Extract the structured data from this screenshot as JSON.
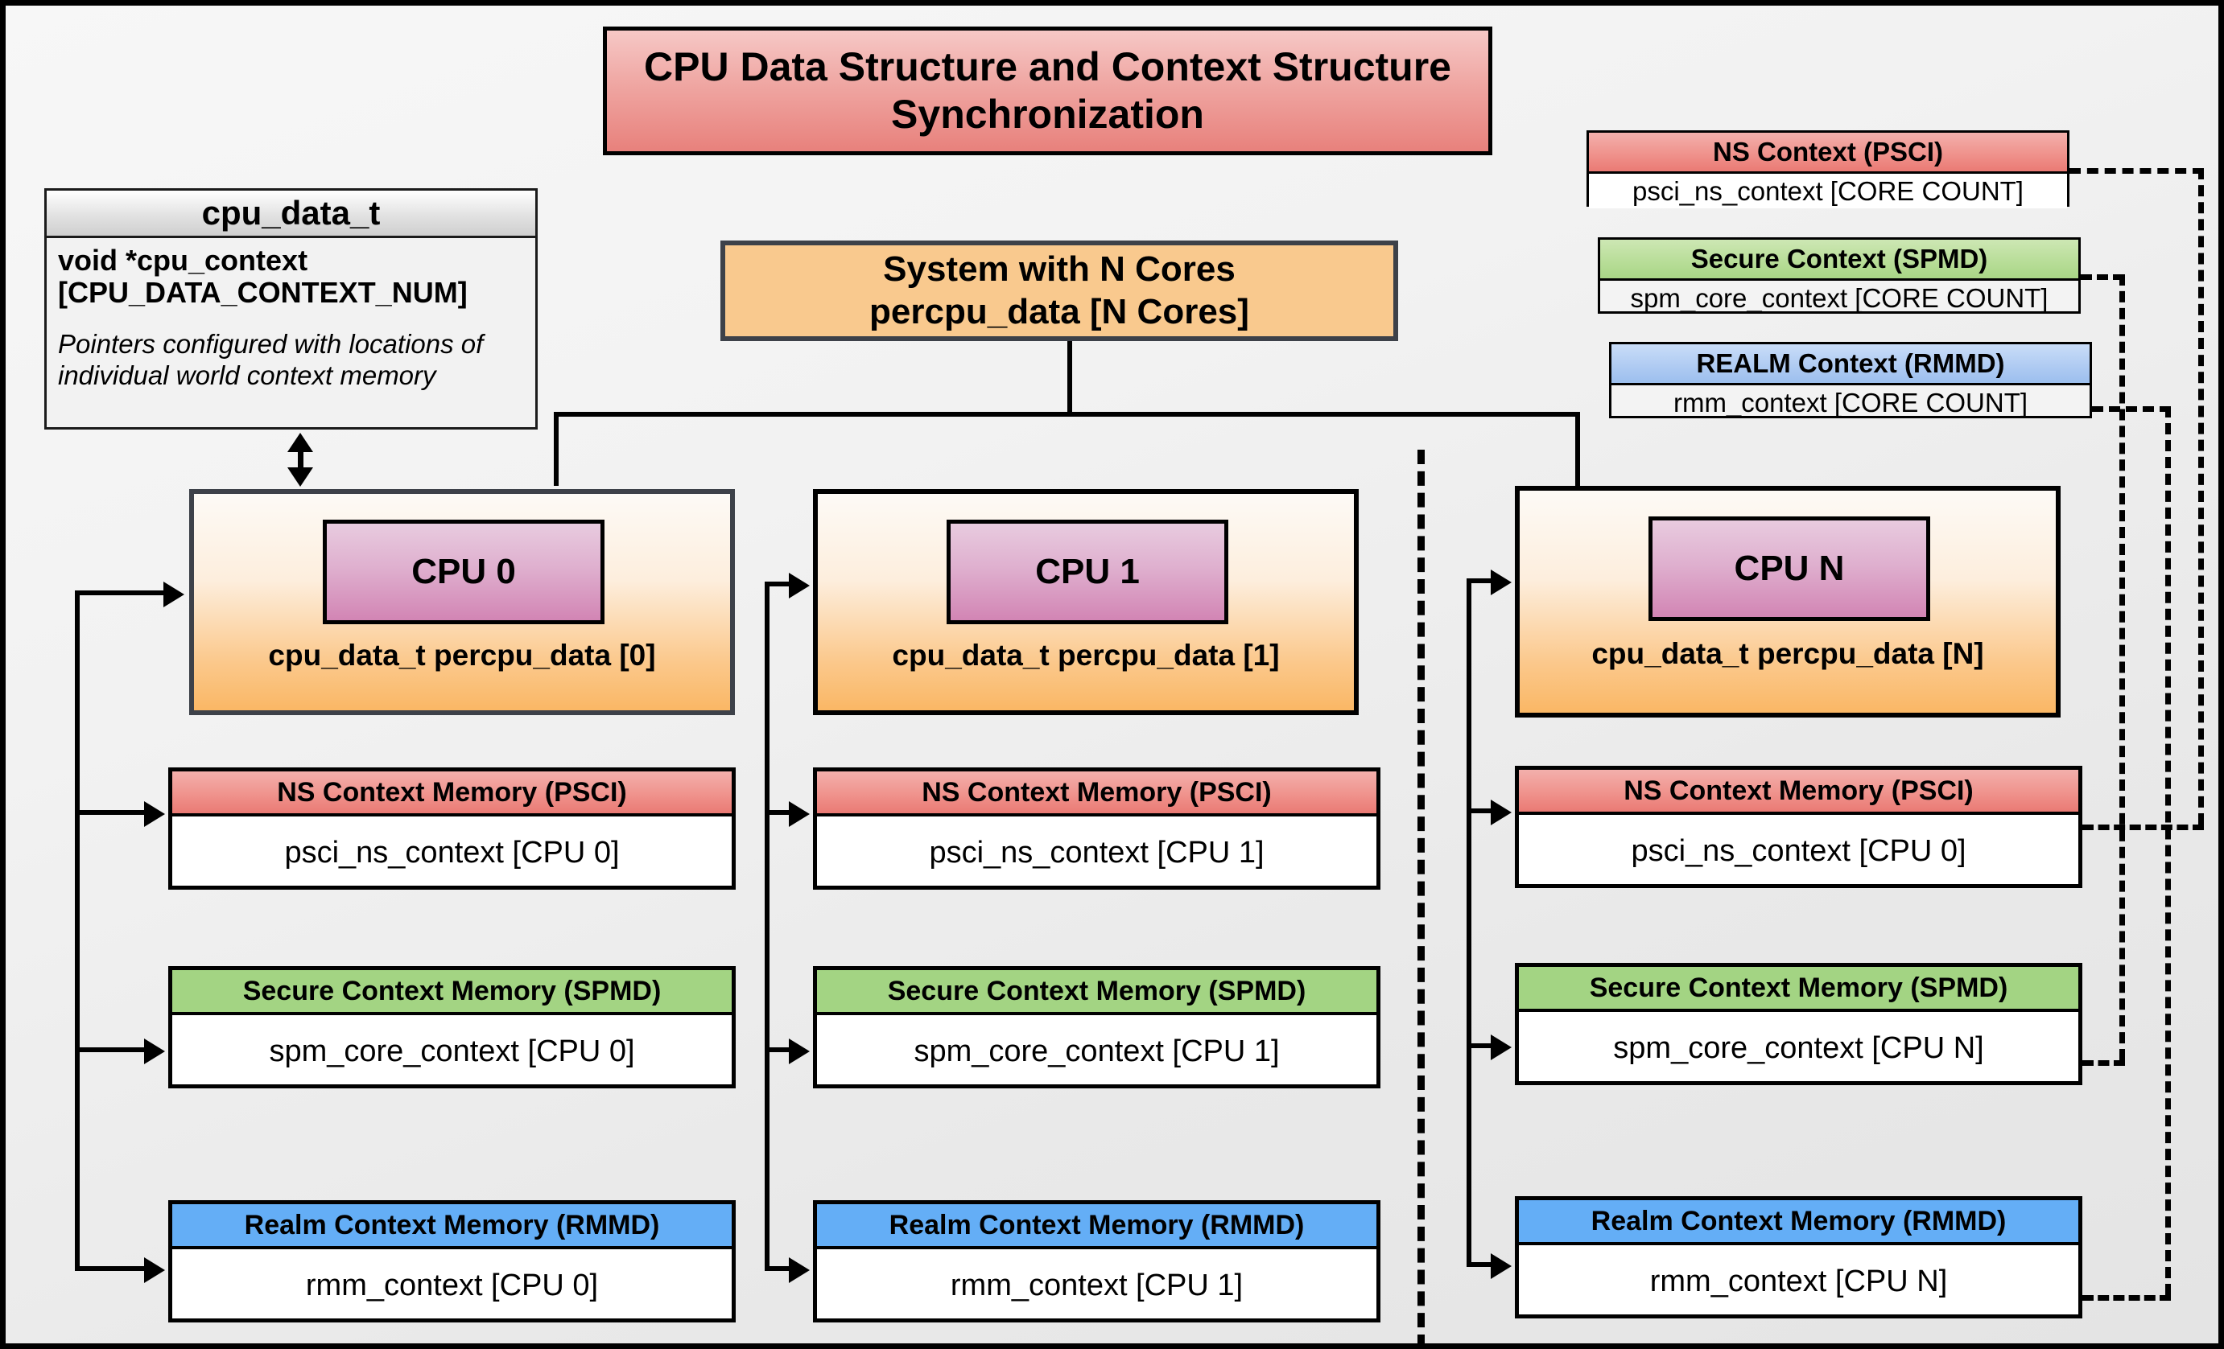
{
  "diagram": {
    "title": "CPU Data Structure and Context Structure Synchronization",
    "system_box": {
      "line1": "System with N Cores",
      "line2": "percpu_data [N Cores]"
    },
    "cpu_data_struct": {
      "header": "cpu_data_t",
      "field": "void  *cpu_context [CPU_DATA_CONTEXT_NUM]",
      "note": "Pointers configured with locations of individual world context memory"
    },
    "global_contexts": [
      {
        "header": "NS Context  (PSCI)",
        "body": "psci_ns_context [CORE COUNT]",
        "color": "#ef8680"
      },
      {
        "header": "Secure Context (SPMD)",
        "body": "spm_core_context [CORE COUNT]",
        "color": "#a3d483"
      },
      {
        "header": "REALM Context (RMMD)",
        "body": "rmm_context [CORE COUNT]",
        "color": "#9cbfee"
      }
    ],
    "cpus": [
      {
        "chip_label": "CPU 0",
        "caption": "cpu_data_t percpu_data [0]",
        "contexts": [
          {
            "header": "NS Context Memory (PSCI)",
            "body": "psci_ns_context [CPU 0]",
            "color": "#ef8680"
          },
          {
            "header": "Secure Context Memory (SPMD)",
            "body": "spm_core_context [CPU 0]",
            "color": "#a3d483"
          },
          {
            "header": "Realm Context Memory (RMMD)",
            "body": "rmm_context [CPU 0]",
            "color": "#64aef6"
          }
        ]
      },
      {
        "chip_label": "CPU 1",
        "caption": "cpu_data_t percpu_data [1]",
        "contexts": [
          {
            "header": "NS Context Memory (PSCI)",
            "body": "psci_ns_context [CPU 1]",
            "color": "#ef8680"
          },
          {
            "header": "Secure Context Memory (SPMD)",
            "body": "spm_core_context [CPU 1]",
            "color": "#a3d483"
          },
          {
            "header": "Realm Context Memory (RMMD)",
            "body": "rmm_context [CPU 1]",
            "color": "#64aef6"
          }
        ]
      },
      {
        "chip_label": "CPU N",
        "caption": "cpu_data_t percpu_data [N]",
        "contexts": [
          {
            "header": "NS Context Memory (PSCI)",
            "body": "psci_ns_context [CPU 0]",
            "color": "#ef8680"
          },
          {
            "header": "Secure Context Memory (SPMD)",
            "body": "spm_core_context [CPU N]",
            "color": "#a3d483"
          },
          {
            "header": "Realm Context Memory (RMMD)",
            "body": "rmm_context [CPU N]",
            "color": "#64aef6"
          }
        ]
      }
    ],
    "colors": {
      "title_fill": "#ef9d98",
      "system_fill": "#f9c98e",
      "cpu_card_fill": "#fbc88b",
      "cpu_chip_fill": "#d285b4",
      "ns": "#ef8680",
      "secure": "#a3d483",
      "realm": "#64aef6",
      "outline": "#000000",
      "background": "#eeeeee"
    }
  }
}
